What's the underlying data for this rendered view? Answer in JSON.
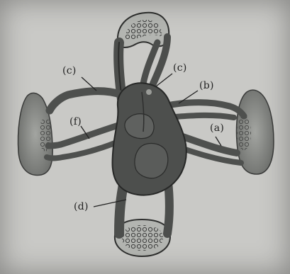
{
  "diagram": {
    "labels": {
      "a": "(a)",
      "b": "(b)",
      "c_top": "(c)",
      "c_left": "(c)",
      "d": "(d)",
      "f": "(f)"
    },
    "colors": {
      "background": "#c9c9c6",
      "vessel_fill": "#5a5c5a",
      "vessel_outline": "#2e2f2e",
      "lung_fill": "#8d8f8c",
      "heart_fill": "#4d4f4d",
      "capillary_fill": "#b3b5b1"
    }
  }
}
